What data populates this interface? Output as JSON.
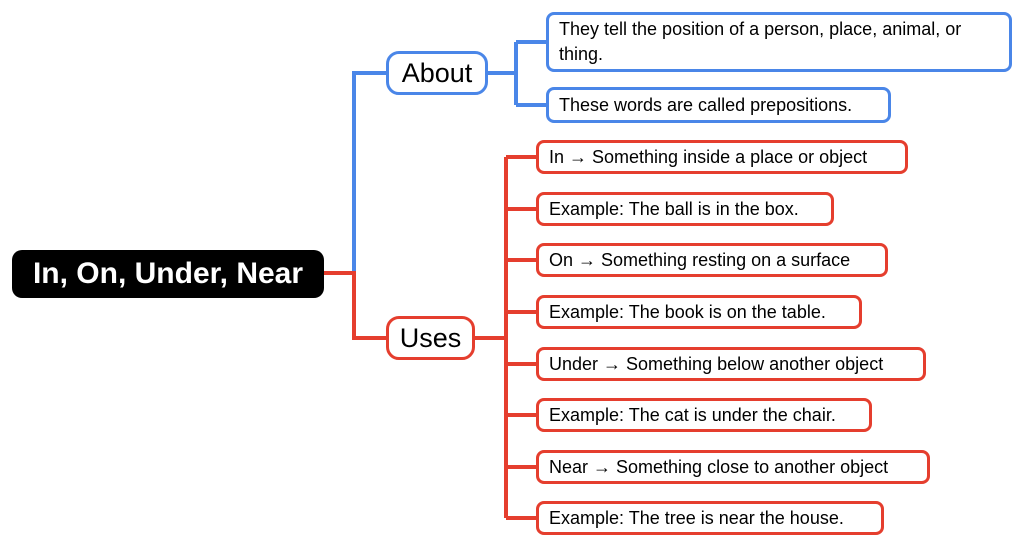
{
  "colors": {
    "root_bg": "#000000",
    "about": "#4a86e8",
    "uses": "#e53e2e"
  },
  "root": {
    "label": "In, On, Under, Near"
  },
  "about": {
    "label": "About",
    "items": [
      "They tell the position of a person, place, animal, or thing.",
      "These words are called prepositions."
    ]
  },
  "uses": {
    "label": "Uses",
    "items": [
      "In → Something inside a place or object",
      "Example: The ball is in the box.",
      "On → Something resting on a surface",
      "Example: The book is on the table.",
      "Under → Something below another object",
      "Example: The cat is under the chair.",
      "Near → Something close to another object",
      "Example: The tree is near the house."
    ]
  }
}
